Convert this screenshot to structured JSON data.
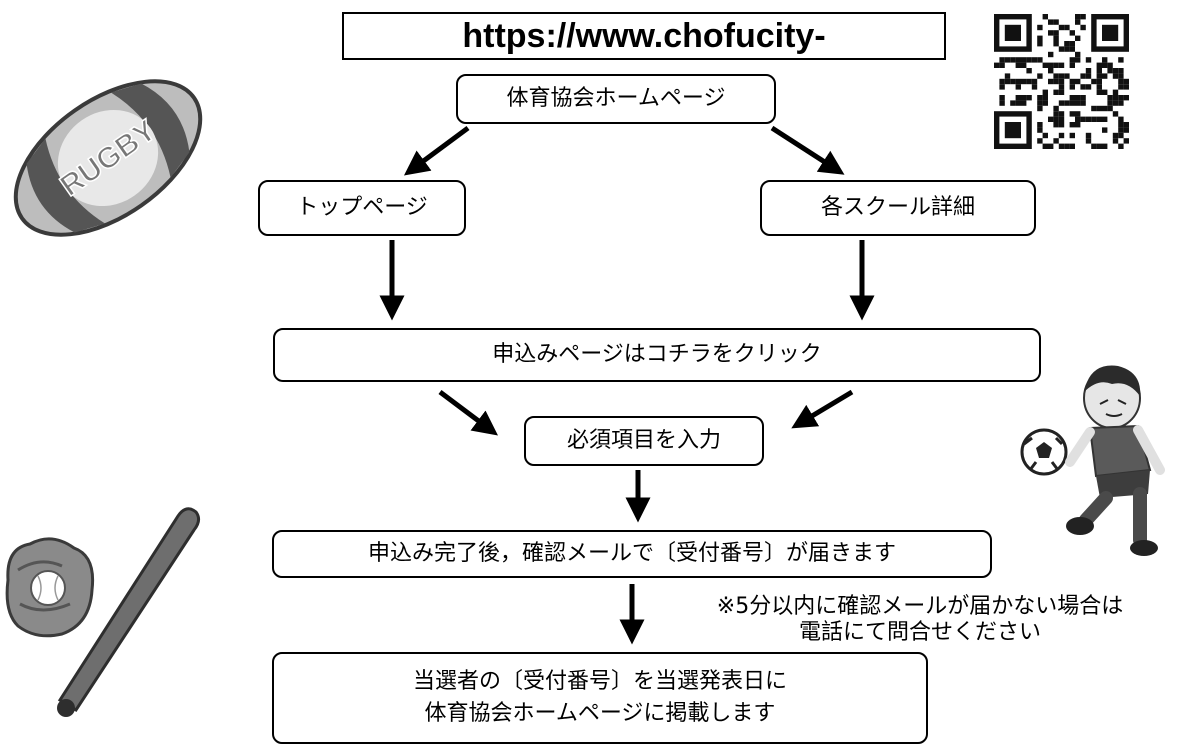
{
  "flow": {
    "url": "https://www.chofucity-",
    "home": "体育協会ホームページ",
    "top_page": "トップページ",
    "school_detail": "各スクール詳細",
    "apply": "申込みページはコチラをクリック",
    "input": "必須項目を入力",
    "complete": "申込み完了後，確認メールで〔受付番号〕が届きます",
    "note_line1": "※5分以内に確認メールが届かない場合は",
    "note_line2": "電話にて問合せください",
    "result_line1": "当選者の〔受付番号〕を当選発表日に",
    "result_line2": "体育協会ホームページに掲載します"
  },
  "illustrations": {
    "rugby_ball_text": "RUGBY",
    "icons": [
      "rugby-ball-icon",
      "qr-code-icon",
      "soccer-player-icon",
      "baseball-glove-bat-icon"
    ]
  },
  "colors": {
    "line": "#000000",
    "background": "#ffffff"
  }
}
